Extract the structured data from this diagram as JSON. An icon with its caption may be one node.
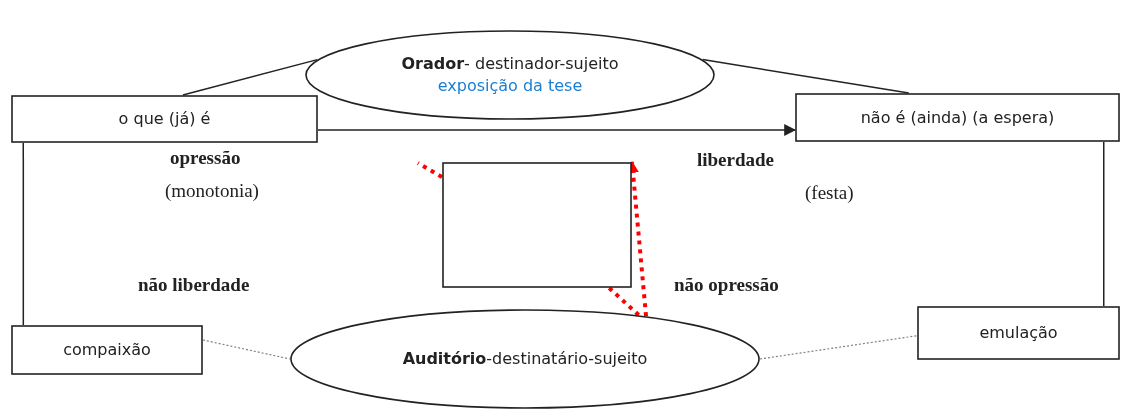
{
  "diagram": {
    "nodes": [
      {
        "text": [
          "**Orador**- destinador-sujeito",
          "exposição da tese"
        ]
      },
      {
        "text": [
          "o que (já) é"
        ]
      },
      {
        "text": [
          "não é (ainda) (a espera)"
        ]
      },
      {
        "text": [],
        "shape": "box"
      },
      {
        "text": [
          "compaixão"
        ]
      },
      {
        "text": [
          "**Auditório**-destinatário-sujeito"
        ]
      },
      {
        "text": [
          "emulação"
        ]
      }
    ],
    "edges": [
      {
        "from": 0,
        "to": 1,
        "arrow": "none"
      },
      {
        "from": 0,
        "to": 2,
        "arrow": "none"
      },
      {
        "from": 1,
        "to": 2,
        "arrow": "to"
      },
      {
        "from": 1,
        "to": 4,
        "arrow": "none"
      },
      {
        "from": 2,
        "to": 6,
        "arrow": "none"
      },
      {
        "from": 4,
        "to": 5,
        "arrow": "none",
        "style": "dashed",
        "color": "#808080"
      },
      {
        "from": 5,
        "to": 6,
        "arrow": "none",
        "style": "dashed",
        "color": "#808080"
      },
      {
        "from": 5,
        "to": 3,
        "arrow": "to",
        "style": "dashed",
        "color": "#ff0000"
      },
      {
        "from": 3,
        "to": 5,
        "arrow": "none",
        "style": "dashed",
        "color": "#ff0000"
      },
      {
        "from": 3,
        "to": null,
        "arrow": "none",
        "style": "dashed",
        "color": "#ff0000"
      }
    ],
    "labels": [
      "opressão",
      "liberdade",
      "(monotonia)",
      "(festa)",
      "não liberdade",
      "não opressão"
    ]
  }
}
